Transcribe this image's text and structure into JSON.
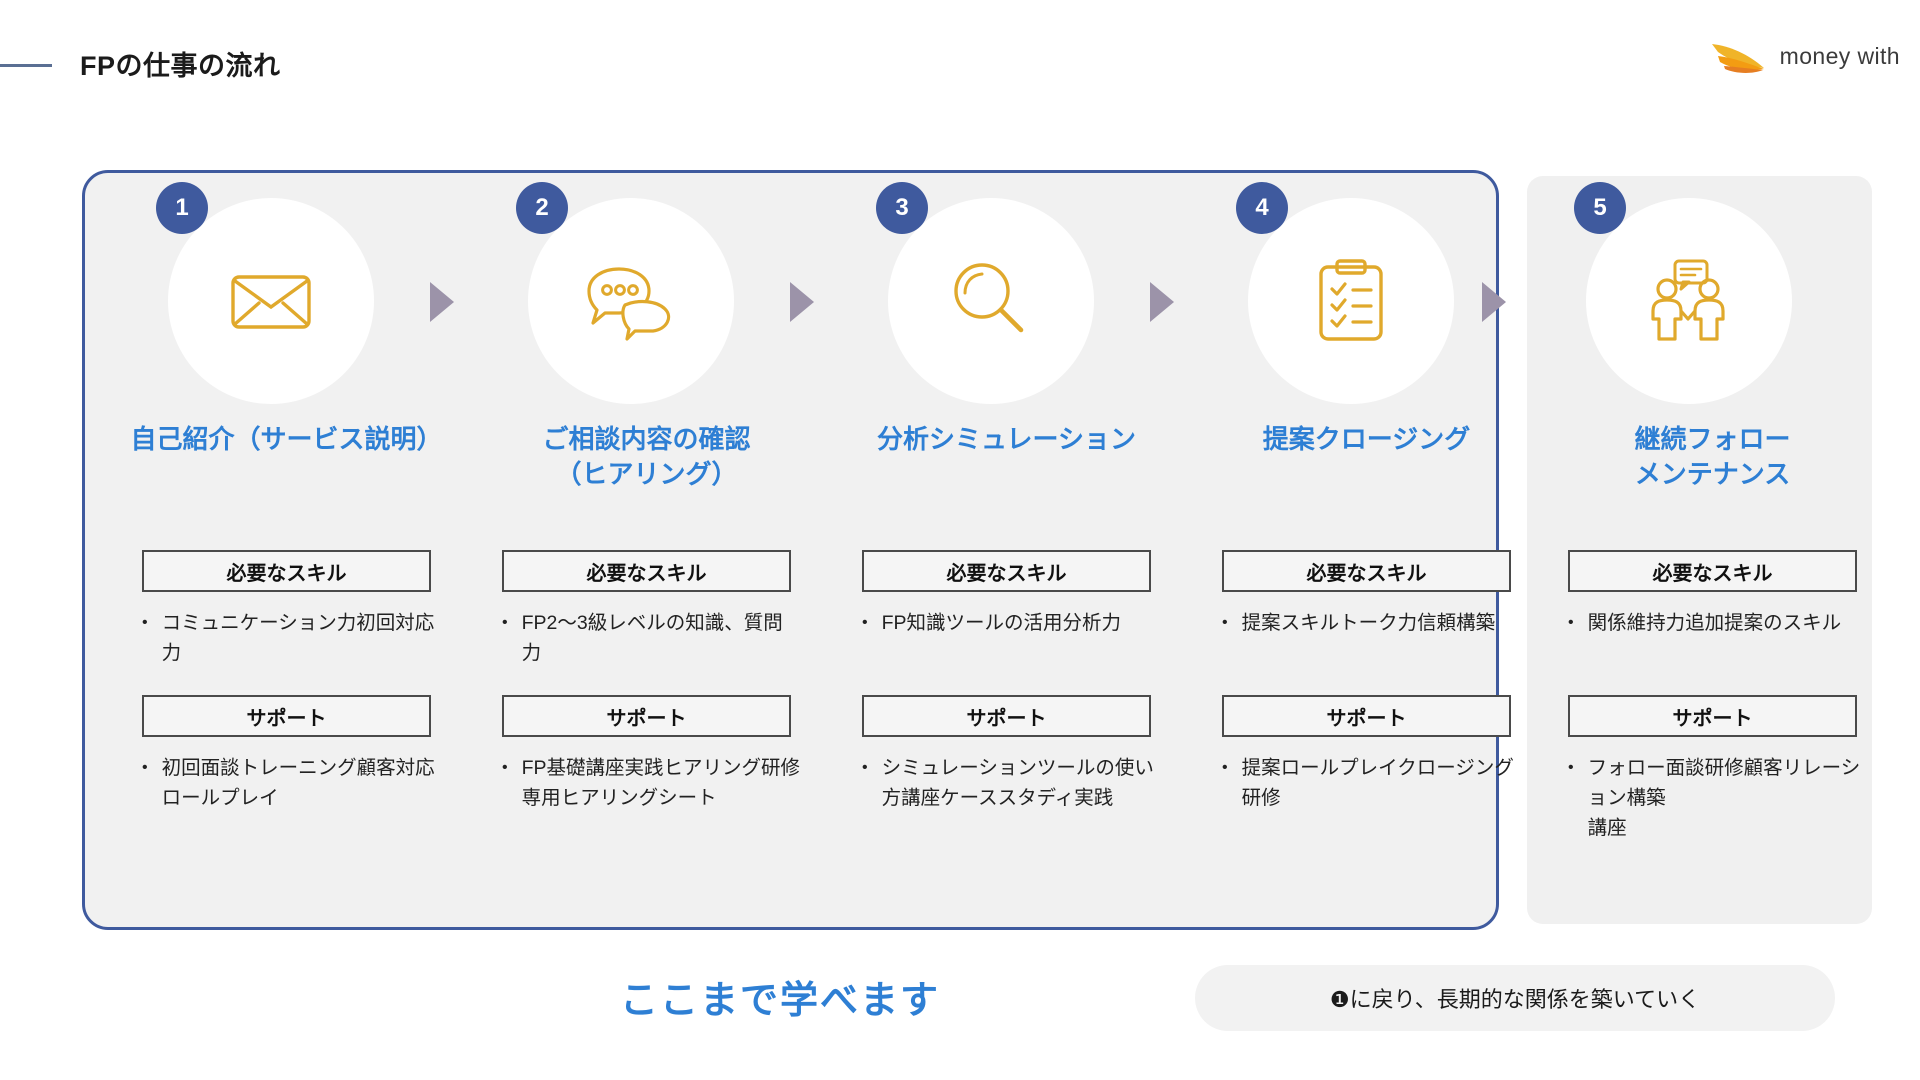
{
  "header": {
    "title": "FPの仕事の流れ",
    "brand_name": "money with",
    "brand_mark_icon": "swoosh-logo-icon"
  },
  "colors": {
    "accent_blue": "#2E7FD4",
    "badge_blue": "#3F5A9E",
    "border_blue": "#3F5A9E",
    "icon_gold": "#E0A92C",
    "arrow_gray": "#9C93A9",
    "panel_gray": "#F1F1F1"
  },
  "flow": {
    "skill_label": "必要なスキル",
    "support_label": "サポート",
    "bullet_char": "•",
    "arrow_icon": "triangle-right-icon",
    "steps": [
      {
        "number": "1",
        "icon": "envelope-icon",
        "title": "自己紹介（サービス説明）",
        "skill": "コミュニケーション力初回対応力",
        "support": "初回面談トレーニング顧客対応ロールプレイ"
      },
      {
        "number": "2",
        "icon": "chat-bubbles-icon",
        "title": "ご相談内容の確認\n（ヒアリング）",
        "skill": "FP2〜3級レベルの知識、質問力",
        "support": "FP基礎講座実践ヒアリング研修専用ヒアリングシート"
      },
      {
        "number": "3",
        "icon": "magnifier-icon",
        "title": "分析シミュレーション",
        "skill": "FP知識ツールの活用分析力",
        "support": "シミュレーションツールの使い方講座ケーススタディ実践"
      },
      {
        "number": "4",
        "icon": "clipboard-check-icon",
        "title": "提案クロージング",
        "skill": "提案スキルトーク力信頼構築",
        "support": "提案ロールプレイクロージング研修"
      },
      {
        "number": "5",
        "icon": "handshake-people-icon",
        "title": "継続フォロー\nメンテナンス",
        "skill": "関係維持力追加提案のスキル",
        "support": "フォロー面談研修顧客リレーション構築\n講座"
      }
    ]
  },
  "footer": {
    "learn_note": "ここまで学べます",
    "loop_note": "❶に戻り、長期的な関係を築いていく"
  }
}
